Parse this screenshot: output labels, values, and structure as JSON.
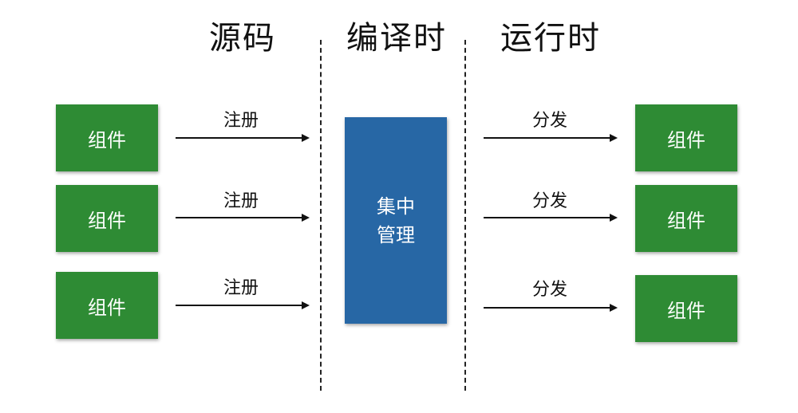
{
  "phases": {
    "source": "源码",
    "compile": "编译时",
    "runtime": "运行时"
  },
  "left_components": [
    "组件",
    "组件",
    "组件"
  ],
  "register_labels": [
    "注册",
    "注册",
    "注册"
  ],
  "center": {
    "line1": "集中",
    "line2": "管理"
  },
  "dispatch_labels": [
    "分发",
    "分发",
    "分发"
  ],
  "right_components": [
    "组件",
    "组件",
    "组件"
  ],
  "colors": {
    "component_green": "#2e8b34",
    "center_blue": "#2767a5"
  }
}
